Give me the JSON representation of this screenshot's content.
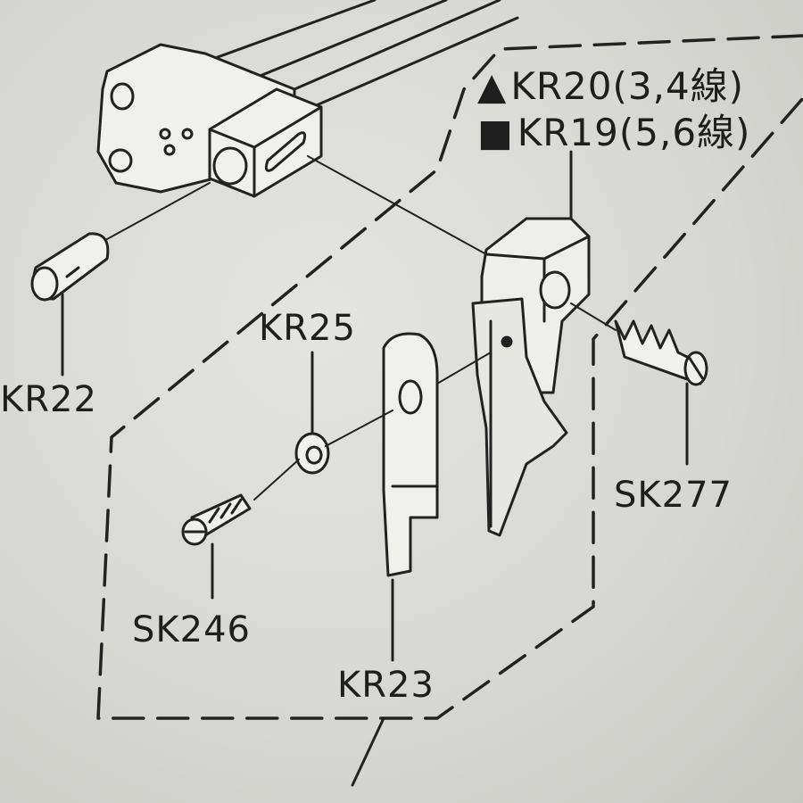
{
  "legend": [
    {
      "symbol": "triangle",
      "text": "KR20(3,4線)"
    },
    {
      "symbol": "square",
      "text": "KR19(5,6線)"
    }
  ],
  "labels": {
    "kr22": "KR22",
    "kr25": "KR25",
    "sk277": "SK277",
    "sk246": "SK246",
    "kr23": "KR23"
  },
  "colors": {
    "ink": "#1e1e1e",
    "paper": "#dcdcd8"
  }
}
